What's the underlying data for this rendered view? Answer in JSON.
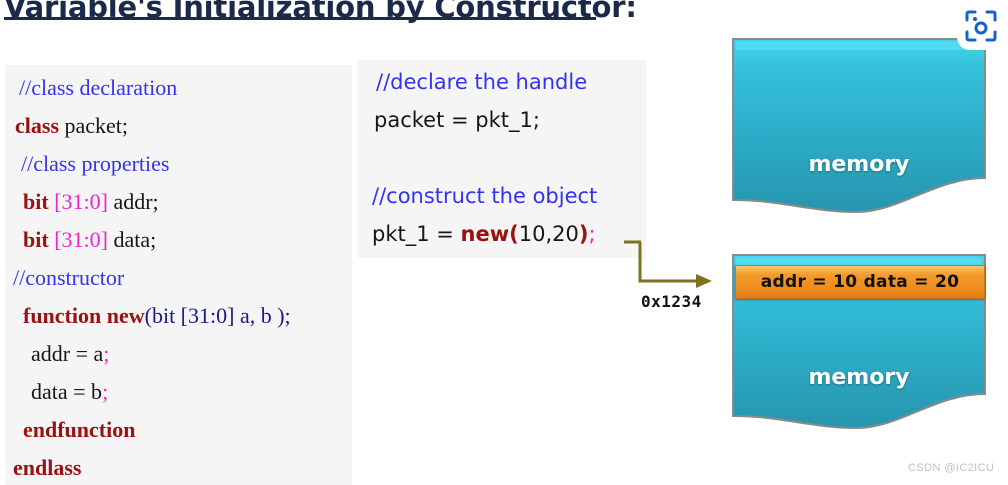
{
  "title": "Variable's Initialization by Constructor:",
  "colors": {
    "comment": "#3333ee",
    "keyword": "#991111",
    "magenta": "#ee22cc",
    "navy": "#1a1a8c",
    "plain": "#161616",
    "panel_bg": "#f5f5f5",
    "arrow": "#7a7320",
    "memory_fill": "#2aa7c4",
    "memory_top": "#3fd0ea",
    "addr_bar": "#f49a2a",
    "title": "#1b2a4a",
    "watermark": "#c2c2c2"
  },
  "left_code": {
    "lines": [
      {
        "indent": 12,
        "tokens": [
          {
            "t": "//class declaration",
            "c": "cm"
          }
        ]
      },
      {
        "indent": 8,
        "tokens": [
          {
            "t": "class ",
            "c": "kw"
          },
          {
            "t": "packet;",
            "c": "tx"
          }
        ]
      },
      {
        "indent": 14,
        "tokens": [
          {
            "t": "//class properties",
            "c": "cm"
          }
        ]
      },
      {
        "indent": 16,
        "tokens": [
          {
            "t": "bit ",
            "c": "kw"
          },
          {
            "t": "[31:0]",
            "c": "mg"
          },
          {
            "t": " addr;",
            "c": "tx"
          }
        ]
      },
      {
        "indent": 16,
        "tokens": [
          {
            "t": "bit ",
            "c": "kw"
          },
          {
            "t": "[31:0]",
            "c": "mg"
          },
          {
            "t": " data;",
            "c": "tx"
          }
        ]
      },
      {
        "indent": 6,
        "tokens": [
          {
            "t": "//constructor",
            "c": "cm"
          }
        ]
      },
      {
        "indent": 16,
        "tokens": [
          {
            "t": "function new",
            "c": "kw"
          },
          {
            "t": "(bit [31:0] a, b );",
            "c": "nv"
          }
        ]
      },
      {
        "indent": 24,
        "tokens": [
          {
            "t": "addr  = a",
            "c": "tx"
          },
          {
            "t": ";",
            "c": "mg"
          }
        ]
      },
      {
        "indent": 24,
        "tokens": [
          {
            "t": "data  = b",
            "c": "tx"
          },
          {
            "t": ";",
            "c": "mg"
          }
        ]
      },
      {
        "indent": 16,
        "tokens": [
          {
            "t": "endfunction",
            "c": "kw"
          }
        ]
      },
      {
        "indent": 6,
        "tokens": [
          {
            "t": "endlass",
            "c": "kw"
          }
        ]
      }
    ]
  },
  "right_code": {
    "lines": [
      {
        "indent": 12,
        "tokens": [
          {
            "t": "//declare the handle",
            "c": "cm"
          }
        ]
      },
      {
        "indent": 10,
        "tokens": [
          {
            "t": "packet = pkt_1;",
            "c": "tx"
          }
        ]
      },
      {
        "indent": 10,
        "tokens": [
          {
            "t": "",
            "c": "tx"
          }
        ]
      },
      {
        "indent": 8,
        "tokens": [
          {
            "t": "//construct the object",
            "c": "cm"
          }
        ]
      },
      {
        "indent": 8,
        "tokens": [
          {
            "t": "pkt_1 = ",
            "c": "tx"
          },
          {
            "t": "new",
            "c": "kw"
          },
          {
            "t": "(",
            "c": "kw"
          },
          {
            "t": "10,20",
            "c": "tx"
          },
          {
            "t": ")",
            "c": "kw"
          },
          {
            "t": ";",
            "c": "mg"
          }
        ]
      }
    ]
  },
  "diagram": {
    "pointer_label": "0x1234",
    "memory_box_1_label": "memory",
    "memory_box_2_label": "memory",
    "address_bar_text": "addr = 10  data = 20"
  },
  "badge": {
    "icon": "scan-camera-icon"
  },
  "watermark": "CSDN @IC2ICU"
}
